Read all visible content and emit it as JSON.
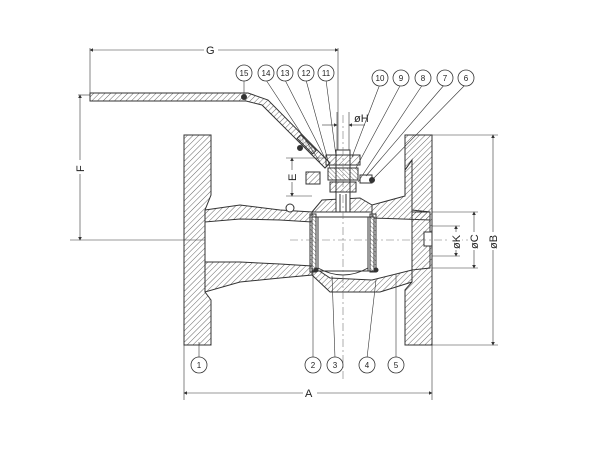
{
  "dimensions": {
    "A": "A",
    "B": "øB",
    "C": "øC",
    "K": "øK",
    "E": "E",
    "F": "F",
    "G": "G",
    "H": "øH"
  },
  "balloons_top": [
    "15",
    "14",
    "13",
    "12",
    "11",
    "10",
    "9",
    "8",
    "7",
    "6"
  ],
  "balloons_bottom": [
    "1",
    "2",
    "3",
    "4",
    "5"
  ],
  "colors": {
    "line": "#333333",
    "hatch": "#555555",
    "background": "#ffffff"
  }
}
